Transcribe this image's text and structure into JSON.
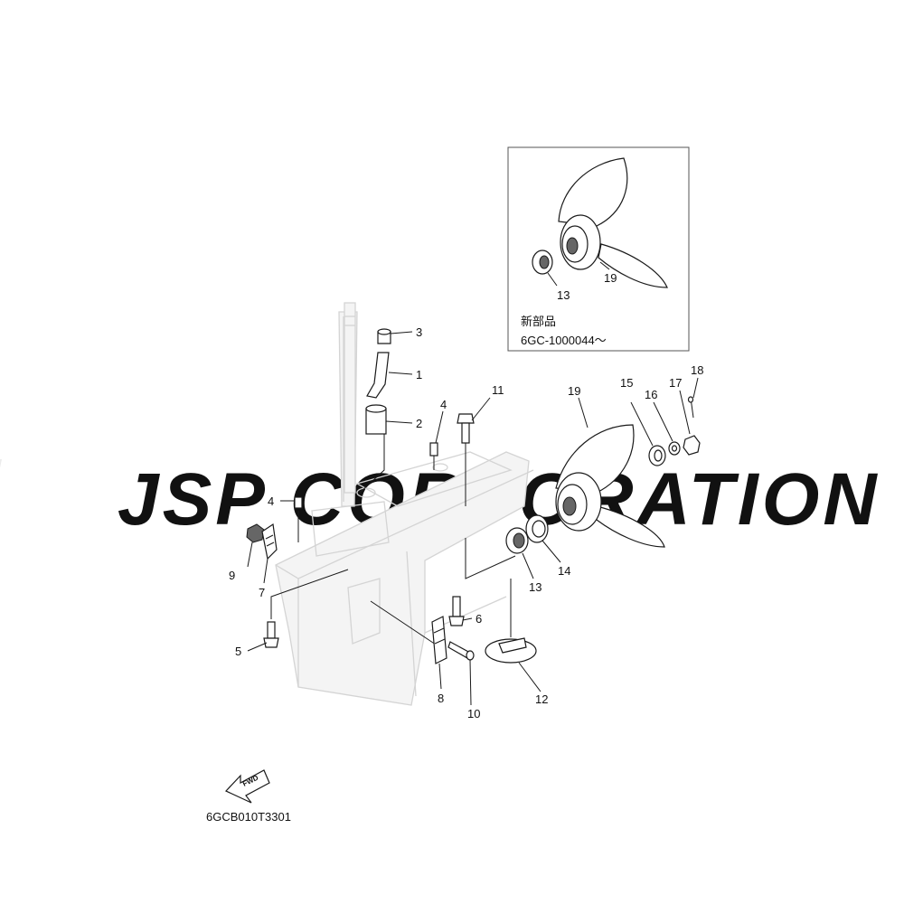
{
  "watermark": "JSP CORPORATION",
  "inset": {
    "note_line1": "新部品",
    "note_line2": "6GC-1000044～"
  },
  "callouts": [
    "1",
    "2",
    "3",
    "4",
    "4",
    "5",
    "6",
    "7",
    "8",
    "9",
    "10",
    "11",
    "12",
    "13",
    "13",
    "14",
    "15",
    "16",
    "17",
    "18",
    "19",
    "19"
  ],
  "fwd_label": "FWD",
  "diagram_code": "6GCB010T3301"
}
